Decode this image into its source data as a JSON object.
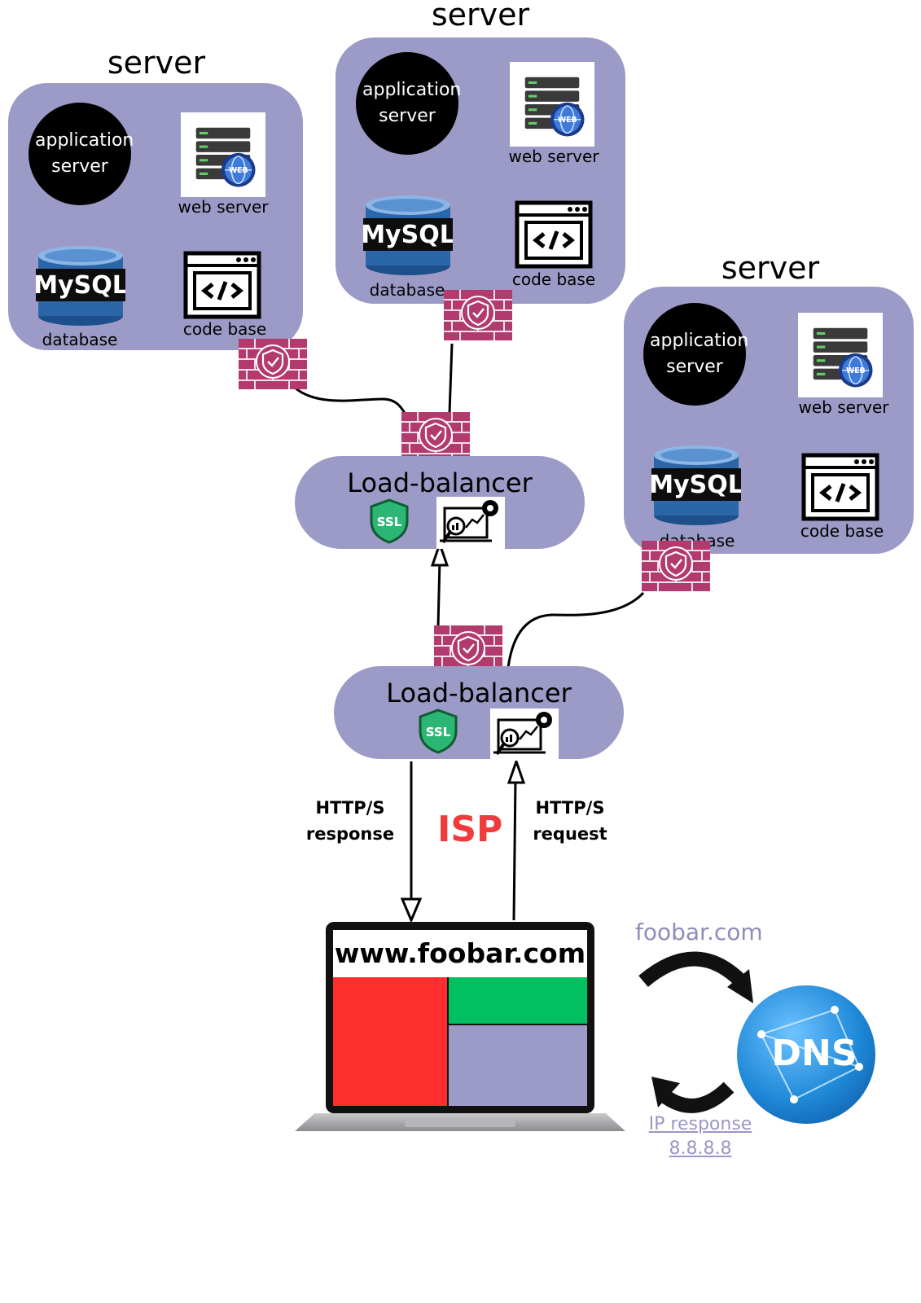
{
  "servers": [
    {
      "title": "server",
      "app": "application server",
      "web": "web server",
      "db": "MySQL",
      "db_label": "database",
      "code": "code base"
    },
    {
      "title": "server",
      "app": "application server",
      "web": "web server",
      "db": "MySQL",
      "db_label": "database",
      "code": "code base"
    },
    {
      "title": "server",
      "app": "application server",
      "web": "web server",
      "db": "MySQL",
      "db_label": "database",
      "code": "code base"
    }
  ],
  "load_balancers": [
    {
      "title": "Load-balancer",
      "ssl": "SSL"
    },
    {
      "title": "Load-balancer",
      "ssl": "SSL"
    }
  ],
  "flows": {
    "response": "HTTP/S response",
    "request": "HTTP/S request",
    "isp": "ISP"
  },
  "browser": {
    "url": "www.foobar.com"
  },
  "dns": {
    "query": "foobar.com",
    "label": "DNS",
    "response_line1": "IP response",
    "response_line2": "8.8.8.8"
  },
  "colors": {
    "server_bg": "#9c9ac6",
    "firewall": "#b23a6e",
    "ssl_green": "#2bb673",
    "isp_red": "#ef3b3b",
    "dns_blue": "#1e88d8",
    "screen_red": "#ff2e2e",
    "screen_green": "#00c062",
    "screen_purple": "#9c9ac6"
  },
  "icons": [
    "server-rack-icon",
    "web-globe-icon",
    "mysql-database-icon",
    "code-window-icon",
    "firewall-icon",
    "ssl-shield-icon",
    "monitor-analytics-icon",
    "laptop-icon",
    "dns-globe-icon",
    "curved-arrow-icon"
  ]
}
